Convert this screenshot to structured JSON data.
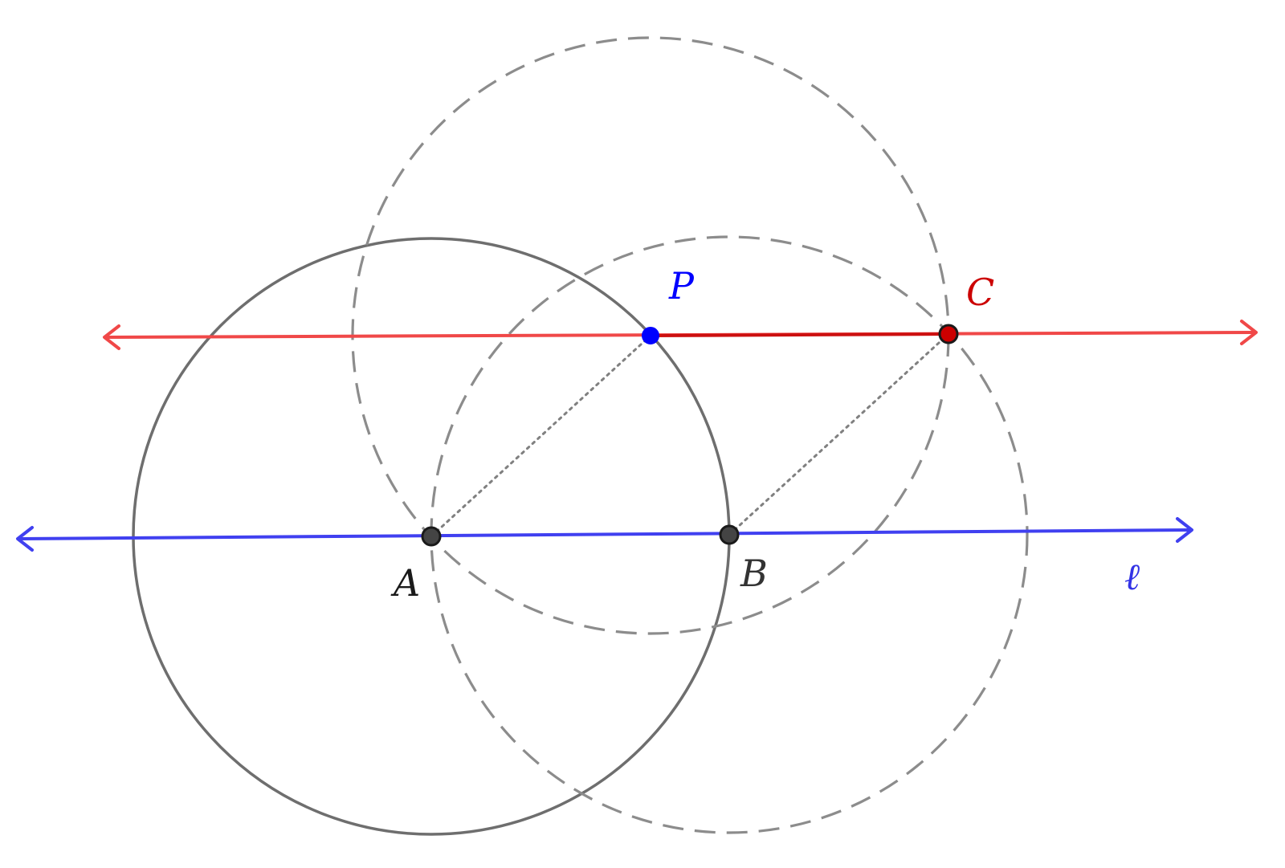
{
  "points": {
    "A": {
      "label": "A",
      "color": "#333333"
    },
    "B": {
      "label": "B",
      "color": "#333333"
    },
    "P": {
      "label": "P",
      "color": "#0000FF"
    },
    "C": {
      "label": "C",
      "color": "#CC0000"
    }
  },
  "lines": {
    "l": {
      "label": "ℓ",
      "color": "#4040F0"
    },
    "parallel": {
      "color": "#F04848"
    }
  },
  "colors": {
    "circle": "#6E6E6E",
    "construction": "#8C8C8C",
    "dotted": "#808080",
    "point_outline": "#1A1A1A"
  }
}
